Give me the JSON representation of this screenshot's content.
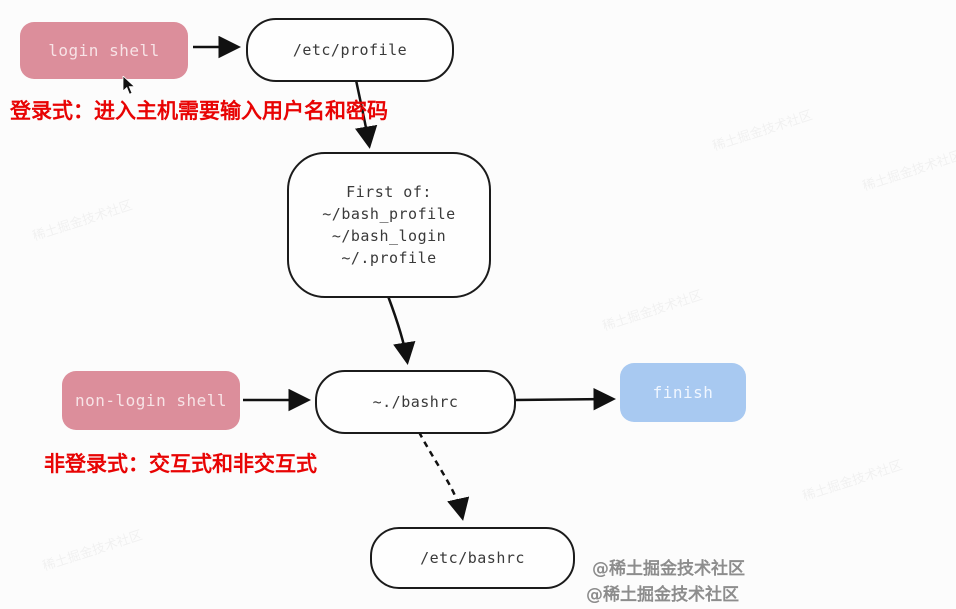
{
  "nodes": {
    "login_shell": {
      "label": "login shell"
    },
    "etc_profile": {
      "label": "/etc/profile"
    },
    "first_of": {
      "lines": [
        "First of:",
        "~/bash_profile",
        "~/bash_login",
        "~/.profile"
      ]
    },
    "non_login_shell": {
      "label": "non-login shell"
    },
    "bashrc": {
      "label": "~./bashrc"
    },
    "finish": {
      "label": "finish"
    },
    "etc_bashrc": {
      "label": "/etc/bashrc"
    }
  },
  "notes": {
    "login": "登录式：进入主机需要输入用户名和密码",
    "non_login": "非登录式：交互式和非交互式"
  },
  "watermarks": {
    "stamp_line1": "@稀土掘金技术社区",
    "stamp_line2": "@稀土掘金技术社区",
    "faint": "稀土掘金技术社区"
  },
  "colors": {
    "pink_node": "#dc8e9b",
    "blue_node": "#a8c9f1",
    "white_node_border": "#1b1b1b",
    "note_red": "#e80404",
    "arrow": "#111111",
    "stamp_gray": "#8d8d8d"
  }
}
